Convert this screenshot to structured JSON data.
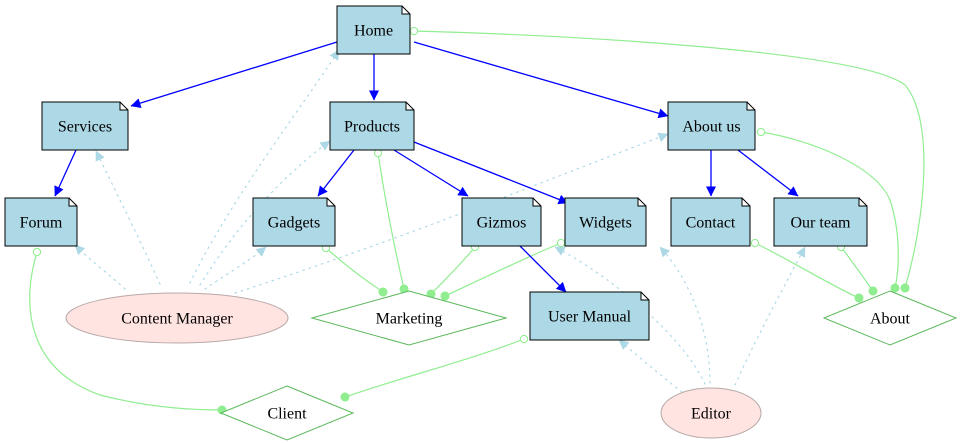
{
  "colors": {
    "page_fill": "#add8e6",
    "page_stroke": "#000000",
    "ellipse_fill": "#ffe4e1",
    "ellipse_stroke": "#b8a8a8",
    "diamond_fill": "#ffffff",
    "diamond_stroke": "#5cb85c",
    "hierarchy_edge": "#0000ff",
    "association_edge": "#90ee90",
    "dotted_edge": "#add8e6"
  },
  "nodes": {
    "home": {
      "label": "Home",
      "shape": "page"
    },
    "services": {
      "label": "Services",
      "shape": "page"
    },
    "products": {
      "label": "Products",
      "shape": "page"
    },
    "about_us": {
      "label": "About us",
      "shape": "page"
    },
    "forum": {
      "label": "Forum",
      "shape": "page"
    },
    "gadgets": {
      "label": "Gadgets",
      "shape": "page"
    },
    "gizmos": {
      "label": "Gizmos",
      "shape": "page"
    },
    "widgets": {
      "label": "Widgets",
      "shape": "page"
    },
    "contact": {
      "label": "Contact",
      "shape": "page"
    },
    "our_team": {
      "label": "Our team",
      "shape": "page"
    },
    "user_manual": {
      "label": "User Manual",
      "shape": "page"
    },
    "content_manager": {
      "label": "Content Manager",
      "shape": "ellipse"
    },
    "editor": {
      "label": "Editor",
      "shape": "ellipse"
    },
    "marketing": {
      "label": "Marketing",
      "shape": "diamond"
    },
    "about": {
      "label": "About",
      "shape": "diamond"
    },
    "client": {
      "label": "Client",
      "shape": "diamond"
    }
  },
  "edges": {
    "hierarchy": [
      {
        "from": "home",
        "to": "services"
      },
      {
        "from": "home",
        "to": "products"
      },
      {
        "from": "home",
        "to": "about_us"
      },
      {
        "from": "services",
        "to": "forum"
      },
      {
        "from": "products",
        "to": "gadgets"
      },
      {
        "from": "products",
        "to": "gizmos"
      },
      {
        "from": "products",
        "to": "widgets"
      },
      {
        "from": "about_us",
        "to": "contact"
      },
      {
        "from": "about_us",
        "to": "our_team"
      },
      {
        "from": "gizmos",
        "to": "user_manual"
      }
    ],
    "association": [
      {
        "from": "home",
        "to": "about"
      },
      {
        "from": "about_us",
        "to": "about"
      },
      {
        "from": "contact",
        "to": "about"
      },
      {
        "from": "our_team",
        "to": "about"
      },
      {
        "from": "products",
        "to": "marketing"
      },
      {
        "from": "gadgets",
        "to": "marketing"
      },
      {
        "from": "gizmos",
        "to": "marketing"
      },
      {
        "from": "widgets",
        "to": "marketing"
      },
      {
        "from": "forum",
        "to": "client"
      },
      {
        "from": "user_manual",
        "to": "client"
      }
    ],
    "access": [
      {
        "from": "content_manager",
        "to": "home"
      },
      {
        "from": "content_manager",
        "to": "services"
      },
      {
        "from": "content_manager",
        "to": "products"
      },
      {
        "from": "content_manager",
        "to": "about_us"
      },
      {
        "from": "content_manager",
        "to": "forum"
      },
      {
        "from": "content_manager",
        "to": "gadgets"
      },
      {
        "from": "editor",
        "to": "widgets"
      },
      {
        "from": "editor",
        "to": "contact"
      },
      {
        "from": "editor",
        "to": "our_team"
      },
      {
        "from": "editor",
        "to": "user_manual"
      }
    ]
  }
}
